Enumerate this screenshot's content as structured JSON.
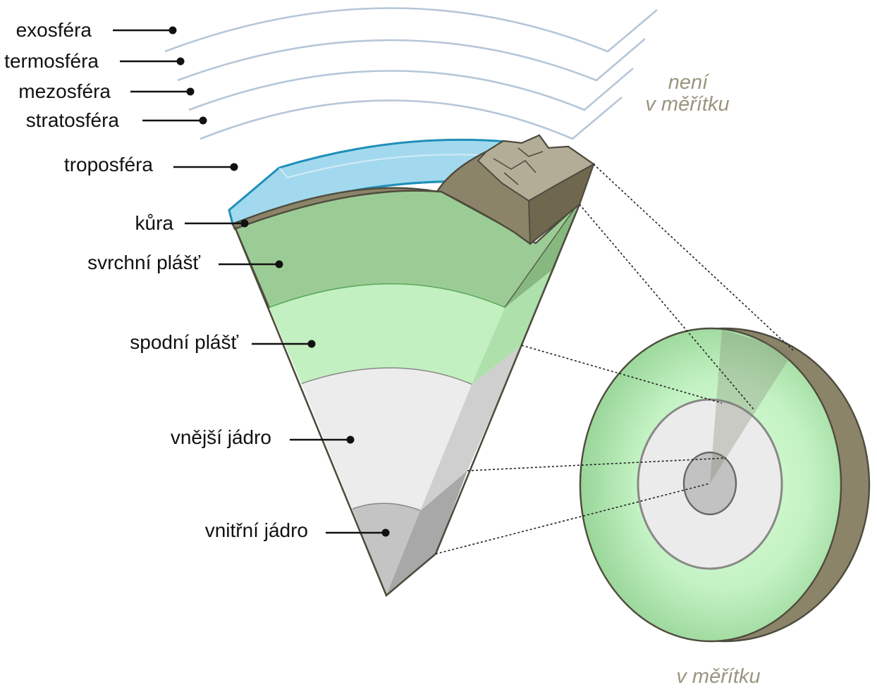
{
  "labels": {
    "exosphere": "exosféra",
    "thermosphere": "termosféra",
    "mesosphere": "mezosféra",
    "stratosphere": "stratosféra",
    "troposphere": "troposféra",
    "crust": "kůra",
    "upper_mantle": "svrchní plášť",
    "lower_mantle": "spodní plášť",
    "outer_core": "vnější jádro",
    "inner_core": "vnitřní jádro"
  },
  "notes": {
    "not_to_scale_line1": "není",
    "not_to_scale_line2": "v měřítku",
    "to_scale": "v měřítku"
  },
  "colors": {
    "atmosphere_lines": "#b6c6d8",
    "troposphere": "#9fd8ef",
    "crust": "#8c8469",
    "upper_mantle": "#9ccc96",
    "lower_mantle": "#c2f0c0",
    "outer_core": "#eeeeee",
    "inner_core": "#c6c6c6",
    "note_text": "#9a9580"
  }
}
